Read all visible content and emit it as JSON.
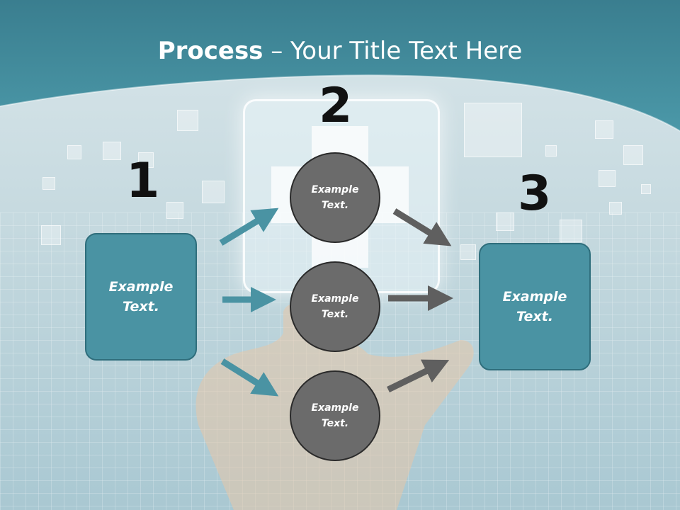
{
  "title": {
    "bold": "Process",
    "rest": " – Your Title Text Here"
  },
  "steps": {
    "one": "1",
    "two": "2",
    "three": "3"
  },
  "left_box": {
    "text": "Example\nText."
  },
  "right_box": {
    "text": "Example\nText."
  },
  "circles": [
    {
      "text": "Example\nText."
    },
    {
      "text": "Example\nText."
    },
    {
      "text": "Example\nText."
    }
  ],
  "colors": {
    "teal": "#4a93a3",
    "header": "#3d8494",
    "circle": "#6b6b6b",
    "arrow_teal": "#4a93a3",
    "arrow_gray": "#5f5f5f"
  }
}
